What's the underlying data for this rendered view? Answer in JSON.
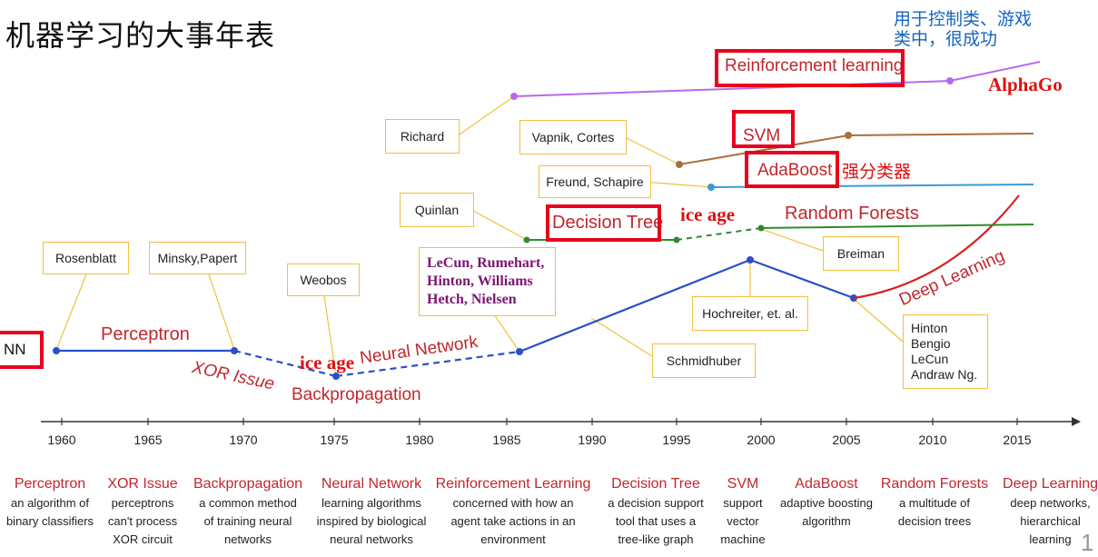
{
  "title": "机器学习的大事年表",
  "top_note": "用于控制类、游戏类中，很成功",
  "people": {
    "rosenblatt": "Rosenblatt",
    "minsky": "Minsky,Papert",
    "weobos": "Weobos",
    "richard": "Richard",
    "quinlan": "Quinlan",
    "vapnik": "Vapnik, Cortes",
    "freund": "Freund, Schapire",
    "breiman": "Breiman",
    "hochreiter": "Hochreiter, et. al.",
    "schmidhuber": "Schmidhuber",
    "lecun_group": [
      "LeCun, Rumehart,",
      "Hinton, Williams",
      "Hetch, Nielsen"
    ],
    "deep_group": [
      "Hinton",
      "Bengio",
      "LeCun",
      "Andraw Ng."
    ]
  },
  "curve_labels": {
    "nn": "NN",
    "perceptron": "Perceptron",
    "xor": "XOR Issue",
    "neural_network": "Neural Network",
    "backprop": "Backpropagation",
    "ice_age_1": "ice age",
    "ice_age_2": "ice age",
    "reinforcement": "Reinforcement learning",
    "alphago": "AlphaGo",
    "svm": "SVM",
    "adaboost": "AdaBoost",
    "strong_classifier": "强分类器",
    "decision_tree": "Decision Tree",
    "random_forests": "Random Forests",
    "deep_learning": "Deep Learning"
  },
  "years": [
    "1960",
    "1965",
    "1970",
    "1975",
    "1980",
    "1985",
    "1990",
    "1995",
    "2000",
    "2005",
    "2010",
    "2015"
  ],
  "definitions": [
    {
      "name": "Perceptron",
      "lines": [
        "an algorithm of",
        "binary classifiers"
      ]
    },
    {
      "name": "XOR Issue",
      "lines": [
        "perceptrons",
        "can't process",
        "XOR circuit"
      ]
    },
    {
      "name": "Backpropagation",
      "lines": [
        "a common method",
        "of training neural",
        "networks"
      ]
    },
    {
      "name": "Neural Network",
      "lines": [
        "learning algorithms",
        "inspired by biological",
        "neural networks"
      ]
    },
    {
      "name": "Reinforcement Learning",
      "lines": [
        "concerned with how an",
        "agent take actions in an",
        "environment"
      ]
    },
    {
      "name": "Decision Tree",
      "lines": [
        "a decision support",
        "tool that uses a",
        "tree-like graph"
      ]
    },
    {
      "name": "SVM",
      "lines": [
        "support",
        "vector",
        "machine"
      ]
    },
    {
      "name": "AdaBoost",
      "lines": [
        "adaptive boosting",
        "algorithm"
      ]
    },
    {
      "name": "Random Forests",
      "lines": [
        "a multitude of",
        "decision trees"
      ]
    },
    {
      "name": "Deep Learning",
      "lines": [
        "deep networks,",
        "hierarchical",
        "learning"
      ]
    }
  ],
  "page_number": "1",
  "colors": {
    "highlight_red": "#e8001c",
    "nn_line": "#2a4fc9",
    "rl_line": "#b36af0",
    "svm_line": "#a9703c",
    "adaboost_line": "#3a9ad9",
    "tree_line": "#2e8b2e",
    "deep_line": "#d92020",
    "callout_border": "#f0c040"
  }
}
